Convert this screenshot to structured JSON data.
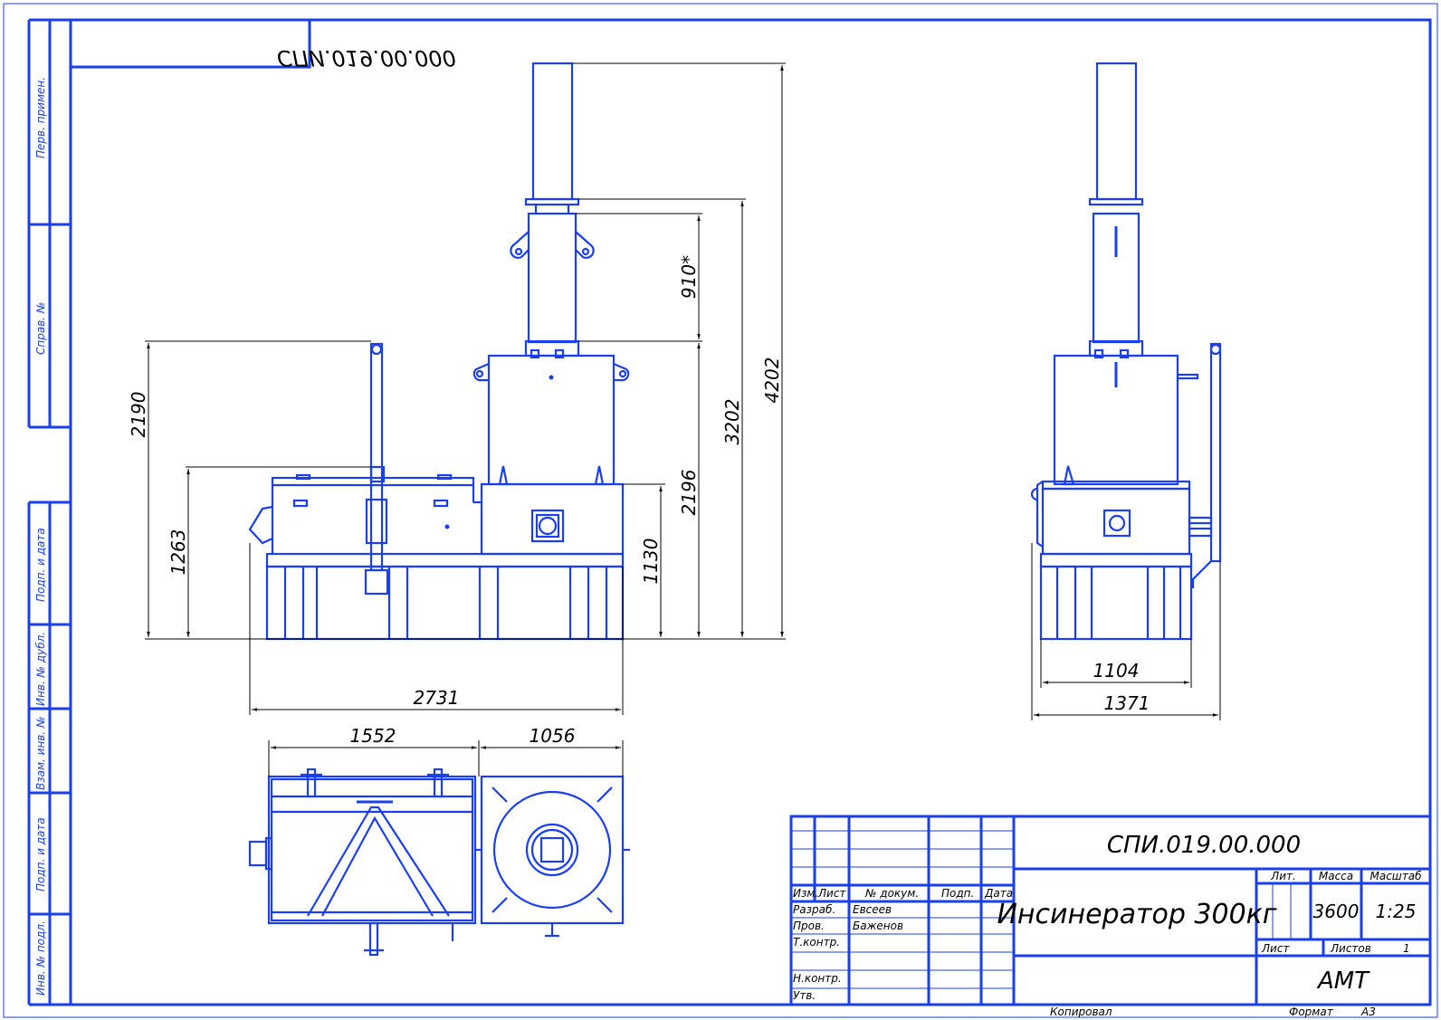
{
  "stamp_top": "СПИ.019.00.000",
  "side_labels": [
    "Перв. примен.",
    "Справ. №",
    "Подп. и дата",
    "Инв. № дубл.",
    "Взам. инв. №",
    "Подп. и дата",
    "Инв. № подл."
  ],
  "dimensions": {
    "height_total": "4202",
    "height_3202": "3202",
    "height_2196": "2196",
    "height_2190": "2190",
    "height_1263": "1263",
    "height_1130": "1130",
    "chimney_910": "910*",
    "width_2731": "2731",
    "width_1104": "1104",
    "width_1371": "1371",
    "plan_1552": "1552",
    "plan_1056": "1056"
  },
  "title_block": {
    "doc_number": "СПИ.019.00.000",
    "product_name": "Инсинератор 300кг",
    "col_izm": "Изм.",
    "col_list": "Лист",
    "col_doc": "№ докум.",
    "col_sign": "Подп.",
    "col_date": "Дата",
    "row_razrab": "Разраб.",
    "name_razrab": "Евсеев",
    "row_prov": "Пров.",
    "name_prov": "Баженов",
    "row_tkontr": "Т.контр.",
    "row_nkontr": "Н.контр.",
    "row_utv": "Утв.",
    "lit_label": "Лит.",
    "mass_label": "Масса",
    "scale_label": "Масштаб",
    "mass_value": "3600",
    "scale_value": "1:25",
    "sheet_label": "Лист",
    "sheets_label": "Листов",
    "sheets_value": "1",
    "company": "АМТ"
  },
  "footer": {
    "copied": "Копировал",
    "format_label": "Формат",
    "format_value": "А3"
  }
}
